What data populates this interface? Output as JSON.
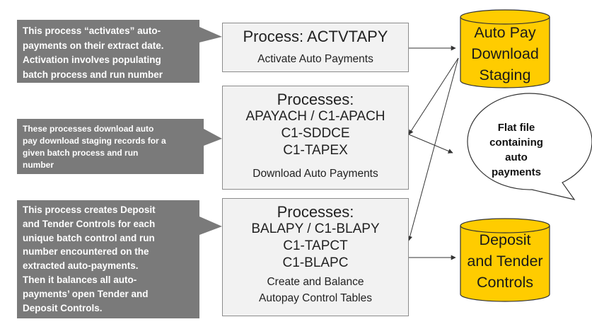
{
  "callouts": {
    "activate": [
      "This process “activates” auto-",
      "payments on their extract date.",
      "Activation involves populating",
      "batch process and run number"
    ],
    "download": [
      "These processes download  auto",
      "pay download staging records for a",
      "given batch process and run",
      "number"
    ],
    "balance": [
      "This process creates Deposit",
      "and Tender Controls for each",
      "unique batch control and run",
      "number encountered on the",
      "extracted auto-payments.",
      "Then it balances all auto-",
      "payments’ open Tender and",
      "Deposit Controls."
    ]
  },
  "process_boxes": {
    "activate": {
      "title": "Process: ACTVTAPY",
      "lines": [
        "Activate Auto Payments"
      ]
    },
    "download": {
      "title": "Processes:",
      "codes": [
        "APAYACH / C1-APACH",
        "C1-SDDCE",
        "C1-TAPEX"
      ],
      "lines": [
        "Download Auto Payments"
      ]
    },
    "balance": {
      "title": "Processes:",
      "codes": [
        "BALAPY / C1-BLAPY",
        "C1-TAPCT",
        "C1-BLAPC"
      ],
      "lines": [
        "Create and Balance",
        "Autopay Control Tables"
      ]
    }
  },
  "data_stores": {
    "staging": [
      "Auto Pay",
      "Download",
      "Staging"
    ],
    "controls": [
      "Deposit",
      "and Tender",
      "Controls"
    ]
  },
  "flat_file": [
    "Flat file",
    "containing",
    "auto",
    "payments"
  ],
  "colors": {
    "callout": "#7a7a7a",
    "box_fill": "#f2f2f2",
    "box_border": "#8c8c8c",
    "store_fill": "#ffcc00",
    "store_border": "#333333",
    "arrow": "#333333"
  }
}
